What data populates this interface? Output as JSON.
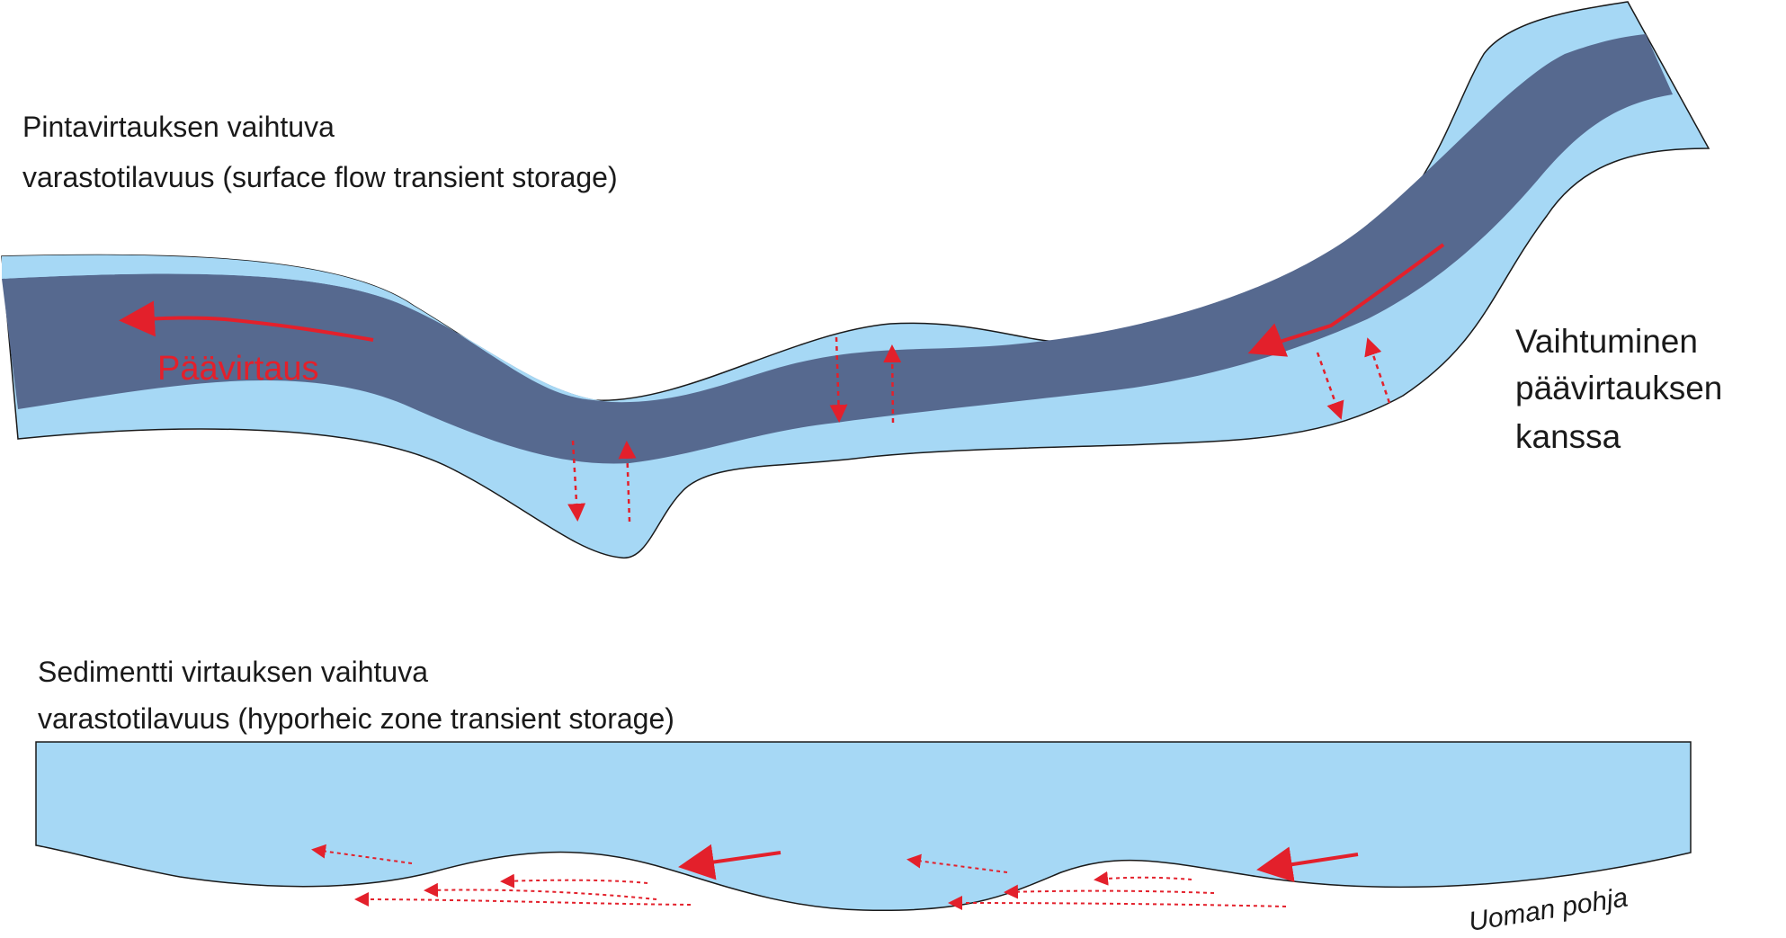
{
  "labels": {
    "surface_title_line1": "Pintavirtauksen vaihtuva",
    "surface_title_line2": "varastotilavuus (surface flow transient storage)",
    "main_flow": "Päävirtaus",
    "exchange_line1": "Vaihtuminen",
    "exchange_line2": "päävirtauksen",
    "exchange_line3": "kanssa",
    "hyporheic_title_line1": "Sedimentti virtauksen vaihtuva",
    "hyporheic_title_line2": "varastotilavuus (hyporheic zone transient storage)",
    "channel_bed": "Uoman pohja"
  },
  "colors": {
    "light_water": "#a6d8f5",
    "deep_water": "#56698f",
    "outline": "#1a1a1a",
    "flow_arrow": "#e3202b",
    "text": "#1a1a1a"
  }
}
